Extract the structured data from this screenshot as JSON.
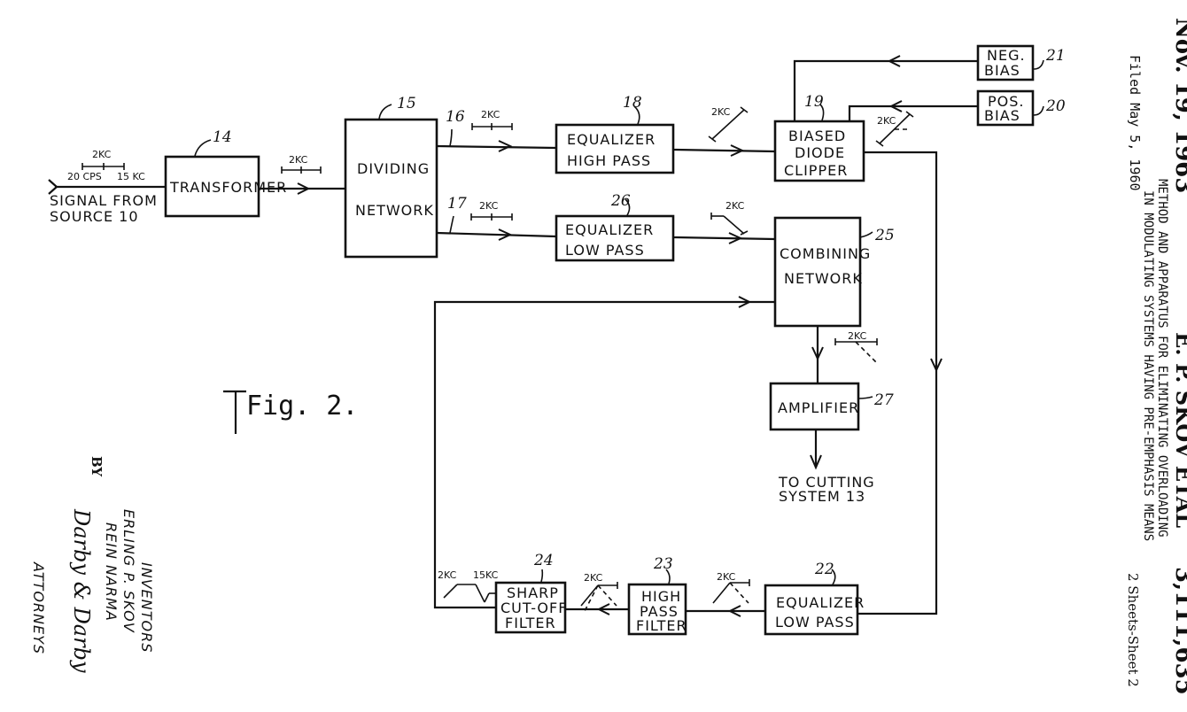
{
  "header": {
    "date": "Nov. 19, 1963",
    "inventor": "E. P. SKOV ETAL",
    "patent_number": "3,111,635",
    "title_line1": "METHOD AND APPARATUS FOR ELIMINATING OVERLOADING",
    "title_line2": "IN MODULATING SYSTEMS HAVING PRE-EMPHASIS MEANS",
    "filed": "Filed May 5, 1960",
    "sheets": "2 Sheets-Sheet 2"
  },
  "figure_label": "Fig. 2.",
  "input": {
    "label_line1": "SIGNAL FROM",
    "label_line2": "SOURCE  10",
    "freq_low": "20 CPS",
    "freq_mid": "2KC",
    "freq_high": "15 KC"
  },
  "blocks": {
    "transformer": {
      "ref": "14",
      "lines": [
        "TRANSFORMER"
      ]
    },
    "dividing_network": {
      "ref": "15",
      "lines": [
        "DIVIDING",
        "NETWORK"
      ]
    },
    "eq_high_pass": {
      "ref": "18",
      "lines": [
        "EQUALIZER",
        "HIGH  PASS"
      ]
    },
    "eq_low_pass_top": {
      "ref": "26",
      "lines": [
        "EQUALIZER",
        "LOW  PASS"
      ]
    },
    "biased_diode_clipper": {
      "ref": "19",
      "lines": [
        "BIASED",
        "DIODE",
        "CLIPPER"
      ]
    },
    "neg_bias": {
      "ref": "21",
      "lines": [
        "NEG.",
        "BIAS"
      ]
    },
    "pos_bias": {
      "ref": "20",
      "lines": [
        "POS.",
        "BIAS"
      ]
    },
    "combining_network": {
      "ref": "25",
      "lines": [
        "COMBINING",
        "NETWORK"
      ]
    },
    "amplifier": {
      "ref": "27",
      "lines": [
        "AMPLIFIER"
      ]
    },
    "eq_low_pass_bottom": {
      "ref": "22",
      "lines": [
        "EQUALIZER",
        "LOW  PASS"
      ]
    },
    "high_pass_filter": {
      "ref": "23",
      "lines": [
        "HIGH",
        "PASS",
        "FILTER"
      ]
    },
    "sharp_cutoff_filter": {
      "ref": "24",
      "lines": [
        "SHARP",
        "CUT-OFF",
        "FILTER"
      ]
    }
  },
  "lines": {
    "line16": "16",
    "line17": "17"
  },
  "freq_marks": {
    "kc2": "2KC",
    "kc15": "15KC"
  },
  "output": {
    "line1": "TO  CUTTING",
    "line2": "SYSTEM  13"
  },
  "inventors": {
    "heading": "INVENTORS",
    "name1": "ERLING  P. SKOV",
    "name2": "REIN  NARMA",
    "by": "BY",
    "signature": "Darby & Darby",
    "attorneys": "ATTORNEYS"
  }
}
